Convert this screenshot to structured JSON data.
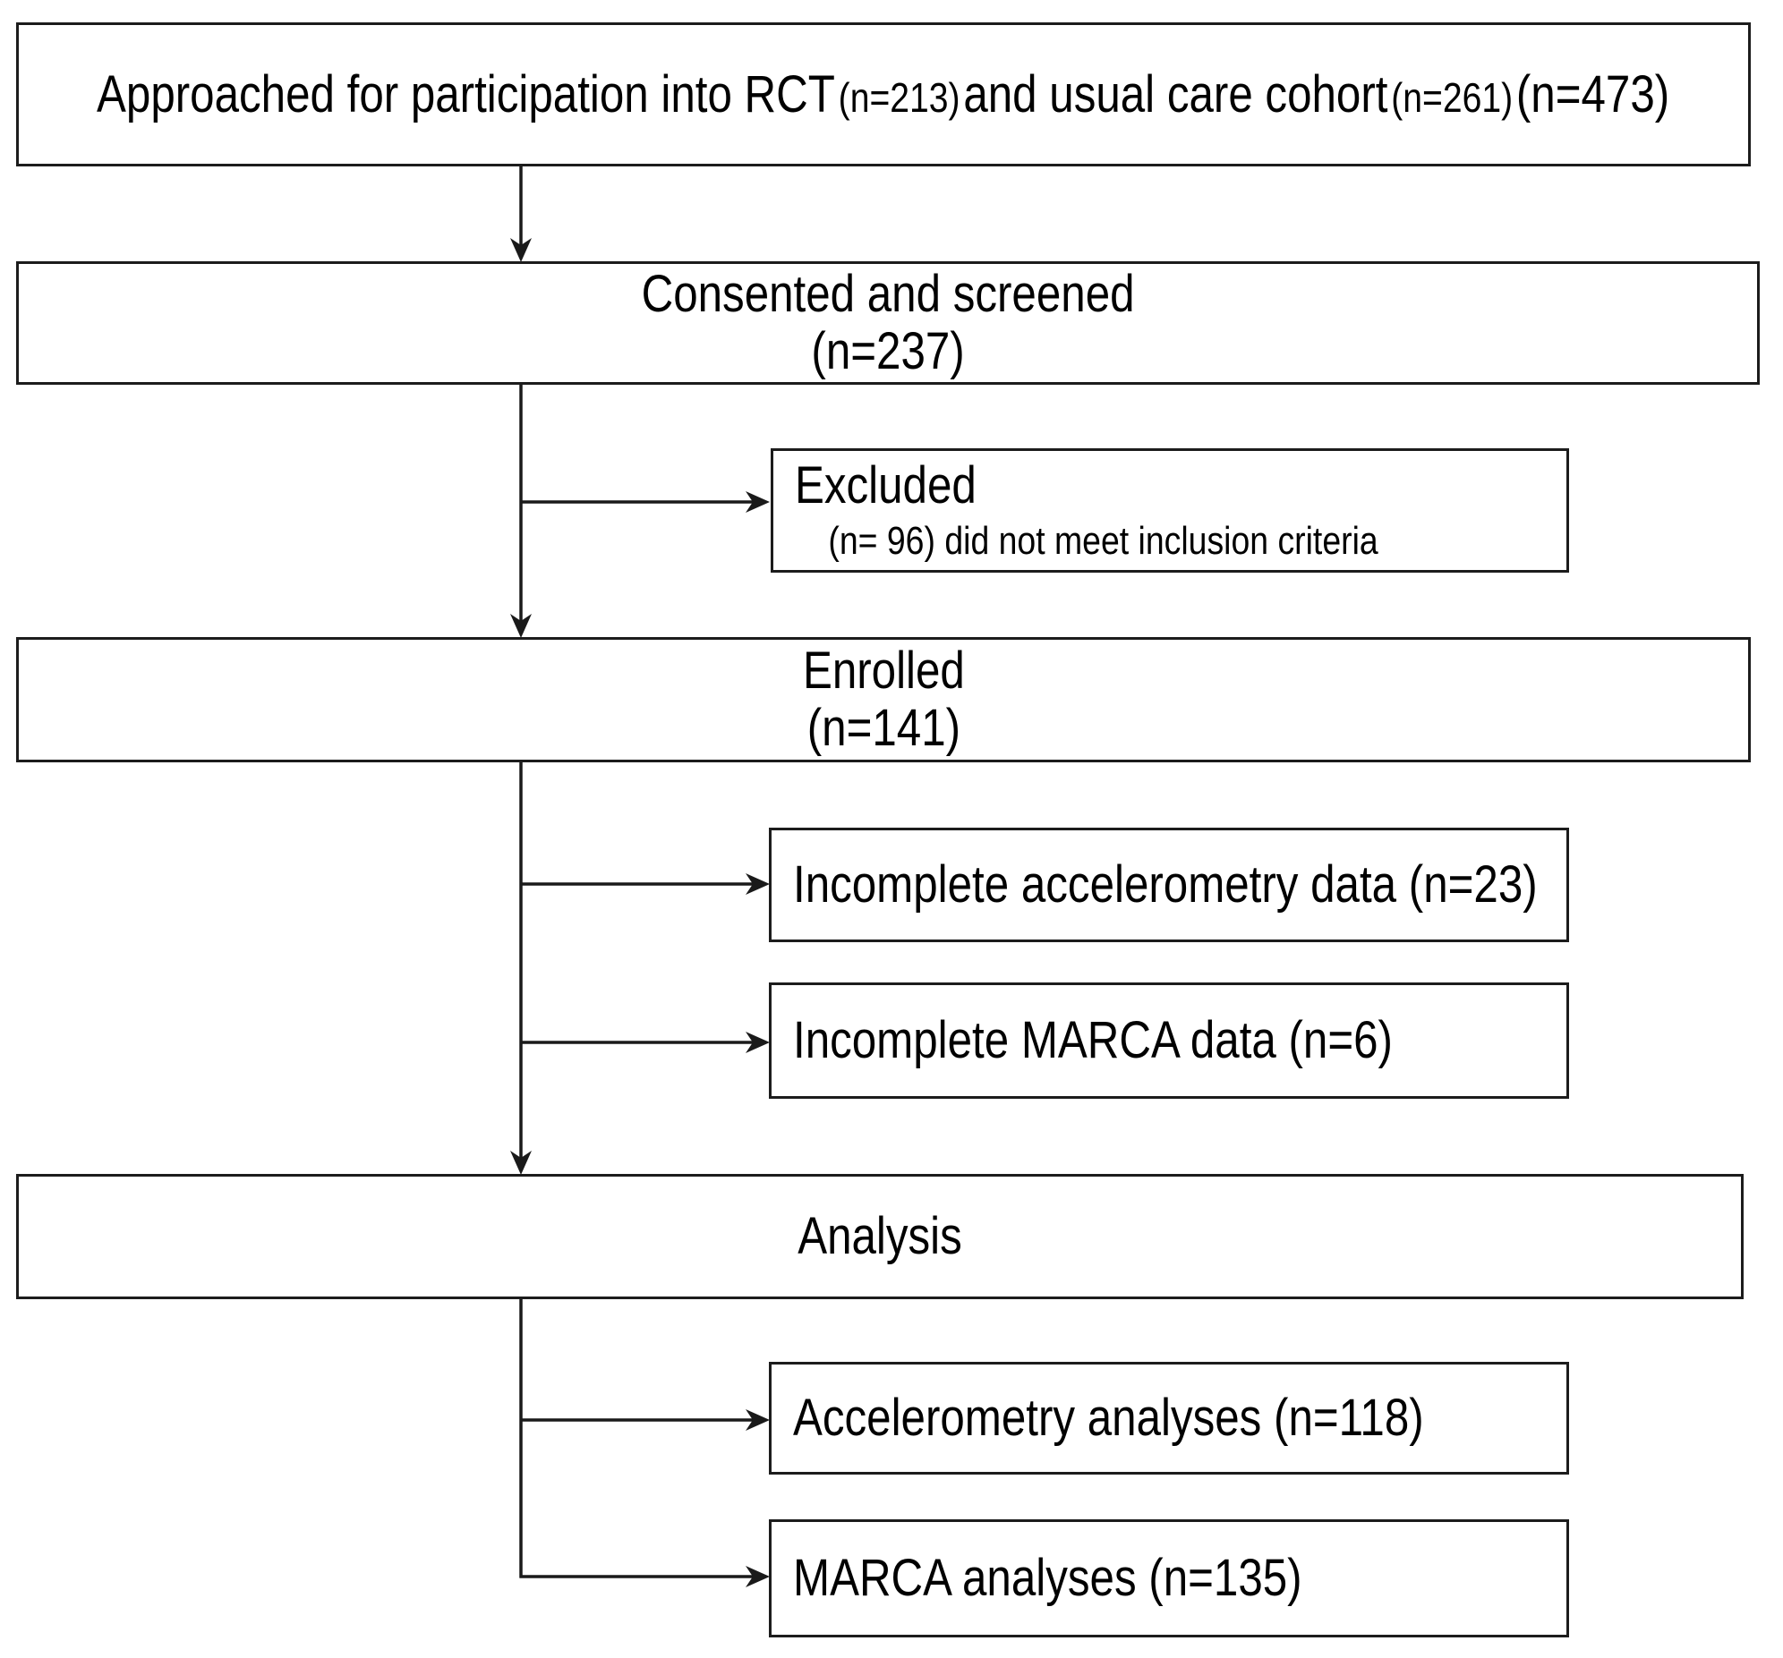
{
  "nodes": {
    "approached": {
      "part1": "Approached for participation into RCT",
      "n_rct": "(n=213)",
      "part2": "and usual care cohort",
      "n_cohort": "(n=261)",
      "n_total": "(n=473)"
    },
    "consented": {
      "line1": "Consented and screened",
      "line2": "(n=237)"
    },
    "excluded": {
      "title": "Excluded",
      "detail": "(n= 96) did not meet inclusion criteria"
    },
    "enrolled": {
      "line1": "Enrolled",
      "line2": "(n=141)"
    },
    "incomplete_accel": {
      "label": "Incomplete accelerometry data (n=23)"
    },
    "incomplete_marca": {
      "label": "Incomplete MARCA data (n=6)"
    },
    "analysis": {
      "label": "Analysis"
    },
    "accel_analyses": {
      "label": "Accelerometry analyses (n=118)"
    },
    "marca_analyses": {
      "label": "MARCA analyses (n=135)"
    }
  },
  "colors": {
    "background": "#ffffff",
    "box_border": "#1c1c1c",
    "connector": "#1a1a1a",
    "text": "#000000"
  }
}
